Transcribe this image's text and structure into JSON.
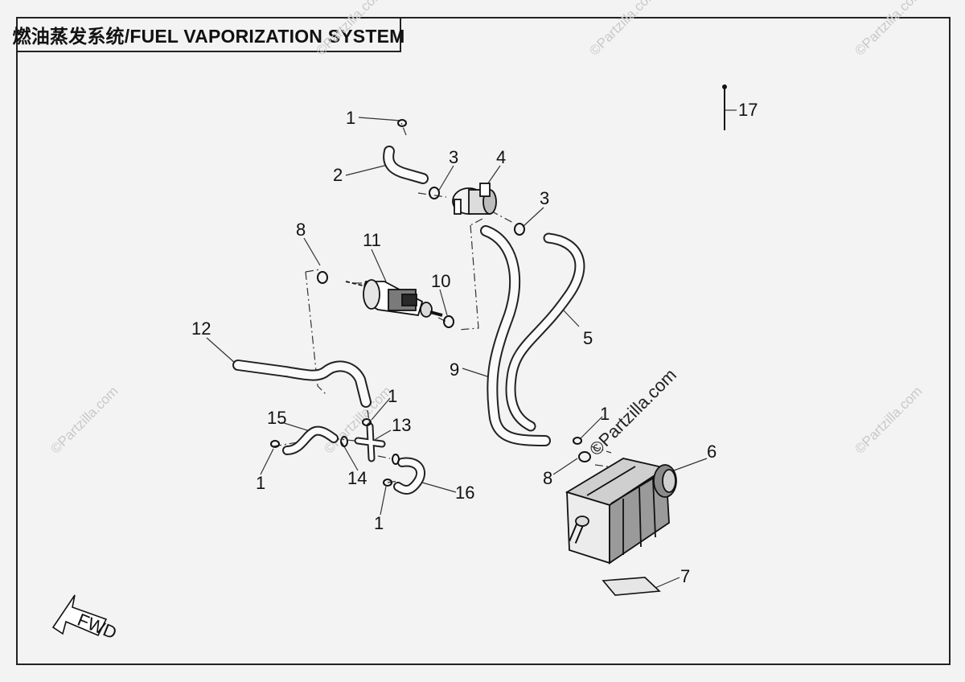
{
  "title": "燃油蒸发系统/FUEL VAPORIZATION SYSTEM",
  "callouts": [
    "1",
    "2",
    "3",
    "4",
    "3",
    "17",
    "8",
    "11",
    "10",
    "12",
    "5",
    "9",
    "1",
    "13",
    "15",
    "1",
    "6",
    "14",
    "1",
    "8",
    "16",
    "1",
    "7"
  ],
  "watermark": "©Partzilla.com",
  "fwd_label": "FWD"
}
